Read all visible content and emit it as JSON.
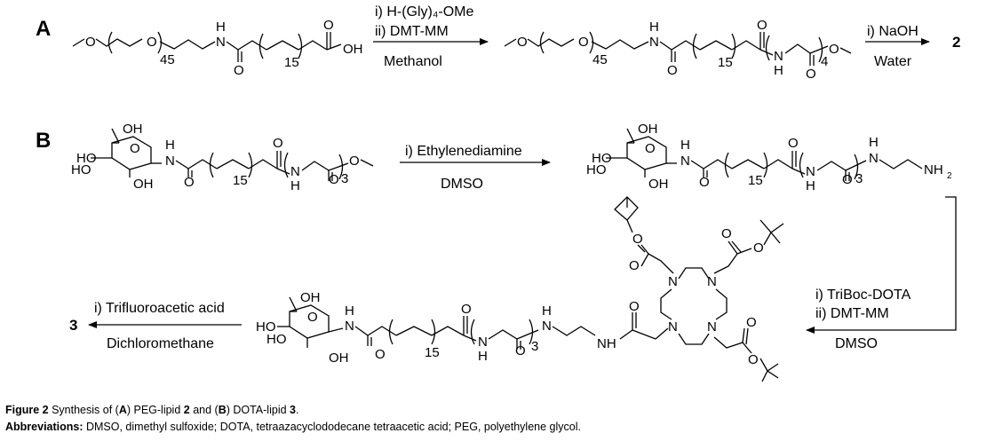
{
  "panels": {
    "a": "A",
    "b": "B"
  },
  "atoms": {
    "O": "O",
    "OH": "OH",
    "HO": "HO",
    "H": "H",
    "N": "N",
    "NH": "NH",
    "NH2_main": "NH",
    "NH2_sub": "2"
  },
  "subscripts": {
    "peg": "45",
    "chain": "15",
    "gly4": "4",
    "gly3": "3"
  },
  "scheme_a": {
    "step1_line1": "i) H-(Gly)₄-OMe",
    "step1_line2": "ii) DMT-MM",
    "step1_solvent": "Methanol",
    "step2_line1": "i) NaOH",
    "step2_solvent": "Water",
    "product": "2"
  },
  "scheme_b": {
    "step1_line1": "i) Ethylenediamine",
    "step1_solvent": "DMSO",
    "step2_line1": "i) TriBoc-DOTA",
    "step2_line2": "ii) DMT-MM",
    "step2_solvent": "DMSO",
    "step3_line1": "i) Trifluoroacetic acid",
    "step3_solvent": "Dichloromethane",
    "product": "3"
  },
  "caption": {
    "figure_label": "Figure 2",
    "text_1": " Synthesis of (",
    "a": "A",
    "text_2": ") PEG-lipid ",
    "cmpd2": "2",
    "text_3": " and (",
    "b": "B",
    "text_4": ") DOTA-lipid ",
    "cmpd3": "3",
    "text_5": ".",
    "abbrev_label": "Abbreviations:",
    "abbrev_text": " DMSO, dimethyl sulfoxide; DOTA, tetraazacyclododecane tetraacetic acid; PEG, polyethylene glycol."
  }
}
